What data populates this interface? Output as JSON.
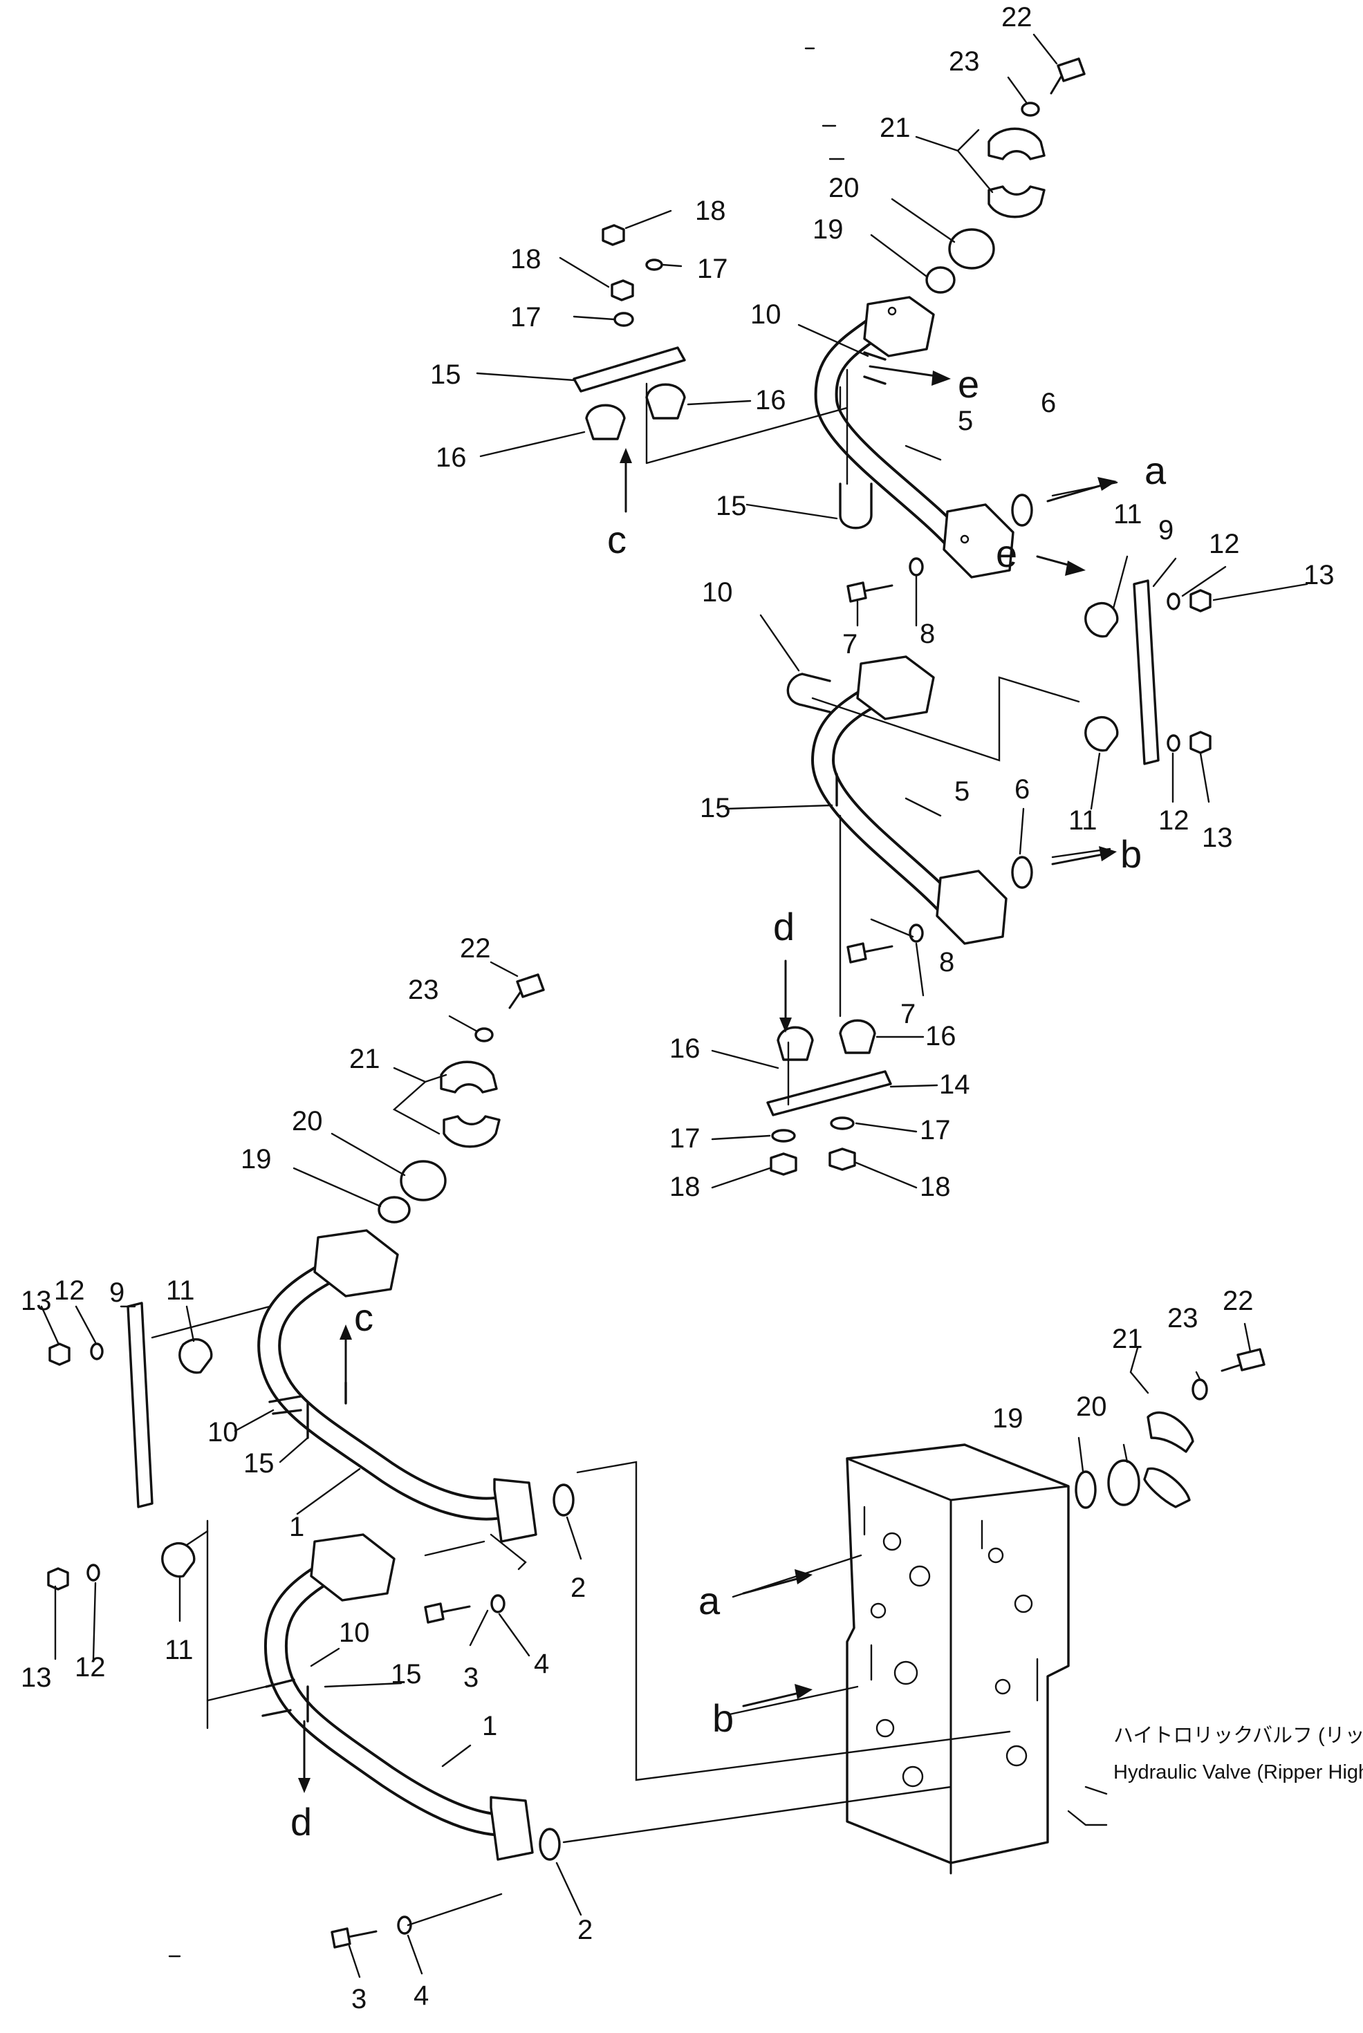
{
  "callouts": {
    "n1": "1",
    "n2": "2",
    "n3": "3",
    "n4": "4",
    "n5": "5",
    "n6": "6",
    "n7": "7",
    "n8": "8",
    "n9": "9",
    "n10": "10",
    "n11": "11",
    "n12": "12",
    "n13": "13",
    "n14": "14",
    "n15": "15",
    "n16": "16",
    "n17": "17",
    "n18": "18",
    "n19": "19",
    "n20": "20",
    "n21": "21",
    "n22": "22",
    "n23": "23"
  },
  "references": {
    "a": "a",
    "b": "b",
    "c": "c",
    "d": "d",
    "e": "e"
  },
  "caption": {
    "japanese": "ハイトロリックバルフ (リッパハイ)",
    "english": "Hydraulic Valve (Ripper High)"
  }
}
